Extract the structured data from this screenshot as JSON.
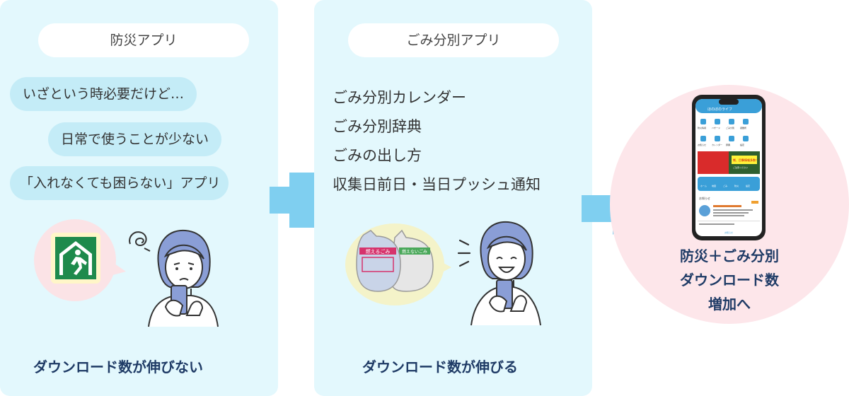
{
  "left_panel": {
    "title": "防災アプリ",
    "bubbles": [
      "いざという時必要だけど…",
      "日常で使うことが少ない",
      "「入れなくても困らない」アプリ"
    ],
    "caption": "ダウンロード数が伸びない"
  },
  "middle_panel": {
    "title": "ごみ分別アプリ",
    "features": [
      "ごみ分別カレンダー",
      "ごみ分別辞典",
      "ごみの出し方",
      "収集日前日・当日プッシュ通知"
    ],
    "bag_label_1": "燃えるごみ",
    "bag_label_2": "燃えないごみ",
    "caption": "ダウンロード数が伸びる"
  },
  "result": {
    "lines": [
      "防災＋ごみ分別",
      "ダウンロード数",
      "増加へ"
    ]
  },
  "phone": {
    "app_title": "ほのぼのライフ",
    "banner_text": "熊、目撃情報多数！！",
    "banner_sub": "ご注意ください",
    "section_label": "お知らせ",
    "menu_labels": [
      "防災情報",
      "ハザード",
      "ごみ分別",
      "避難所",
      "お知らせ",
      "カレンダー",
      "辞典",
      "設定"
    ],
    "tab_labels": [
      "ホーム",
      "地図",
      "ごみ",
      "防災",
      "設定"
    ],
    "footer_text": "お知らせ"
  },
  "colors": {
    "panel_bg": "#e3f8fd",
    "bubble_bg": "#c4ecf7",
    "accent_blue": "#7fcff0",
    "navy": "#1f3b66",
    "result_bg": "#fde6ea",
    "exit_green": "#1e8a4c"
  },
  "icons": [
    "plus-icon",
    "arrow-right-icon",
    "emergency-exit-icon",
    "garbage-bag-icon",
    "confused-scribble-icon",
    "exclaim-lines-icon",
    "smartphone-icon",
    "woman-worried-icon",
    "woman-happy-icon"
  ]
}
